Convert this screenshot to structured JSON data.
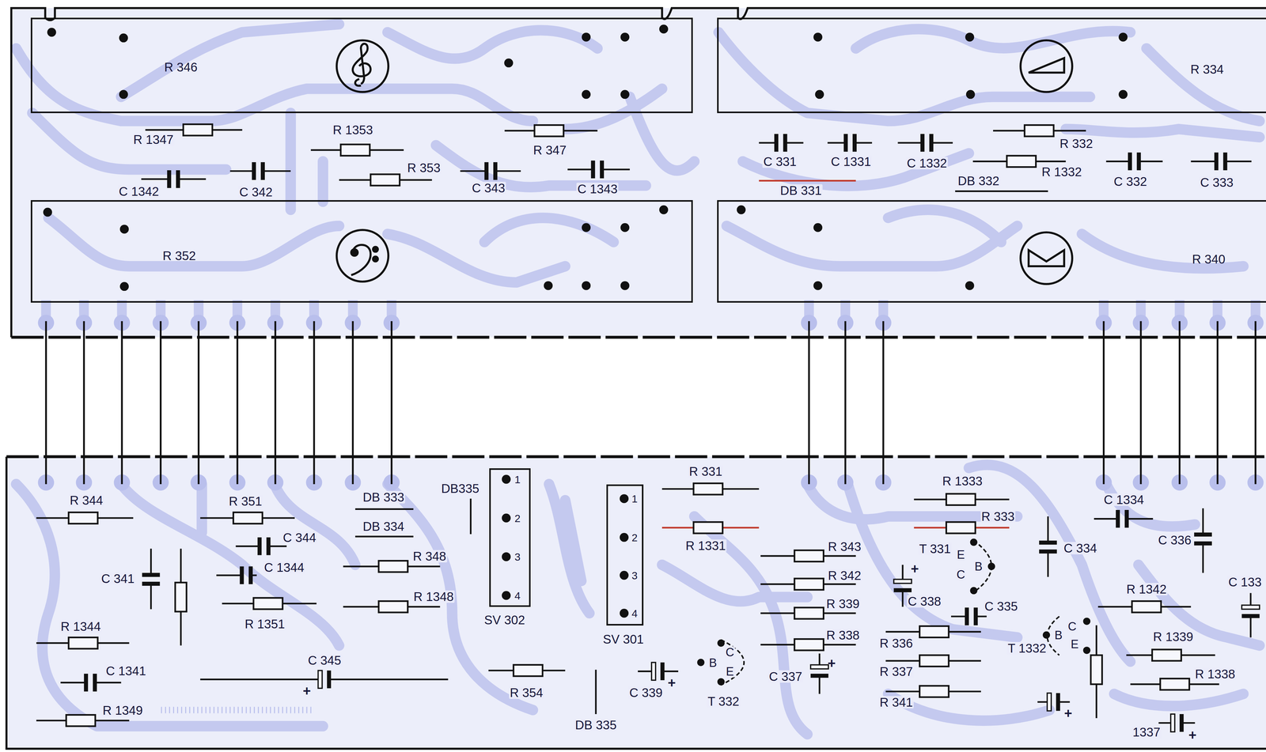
{
  "diagram": {
    "nodes": [
      {
        "text": [
          "R 346"
        ]
      },
      {
        "text": [
          "R 334"
        ]
      },
      {
        "text": [
          "R 352"
        ]
      },
      {
        "text": [
          "R 340"
        ]
      },
      {
        "text": [
          "1",
          "2",
          "3",
          "4",
          "SV 302"
        ]
      },
      {
        "text": [
          "1",
          "2",
          "3",
          "4",
          "SV 301"
        ]
      }
    ],
    "labels": [
      "R 1347",
      "R 1353",
      "R 347",
      "R 353",
      "C 1342",
      "C 342",
      "C 343",
      "C 1343",
      "C 331",
      "C 1331",
      "C 1332",
      "R 332",
      "R 1332",
      "C 332",
      "C 333",
      "DB 331",
      "DB 332",
      "R 344",
      "R 351",
      "C 344",
      "C 1344",
      "C 341",
      "R 1351",
      "DB 333",
      "DB 334",
      "DB335",
      "R 348",
      "R 1348",
      "R 1344",
      "C 1341",
      "R 1349",
      "C 345",
      "+",
      "R 354",
      "DB 335",
      "R 331",
      "R 1331",
      "C 339",
      "+",
      "B",
      "C",
      "E",
      "T 332",
      "C 337",
      "+",
      "R 343",
      "R 342",
      "R 339",
      "R 338",
      "R 1333",
      "R 333",
      "T 331",
      "E",
      "B",
      "C",
      "+",
      "C 338",
      "C 335",
      "R 336",
      "R 337",
      "R 341",
      "C 1334",
      "C 334",
      "C 336",
      "R 1342",
      "C 133",
      "T 1332",
      "B",
      "C",
      "E",
      "+",
      "R 1339",
      "R 1338",
      "1337",
      "+"
    ]
  }
}
